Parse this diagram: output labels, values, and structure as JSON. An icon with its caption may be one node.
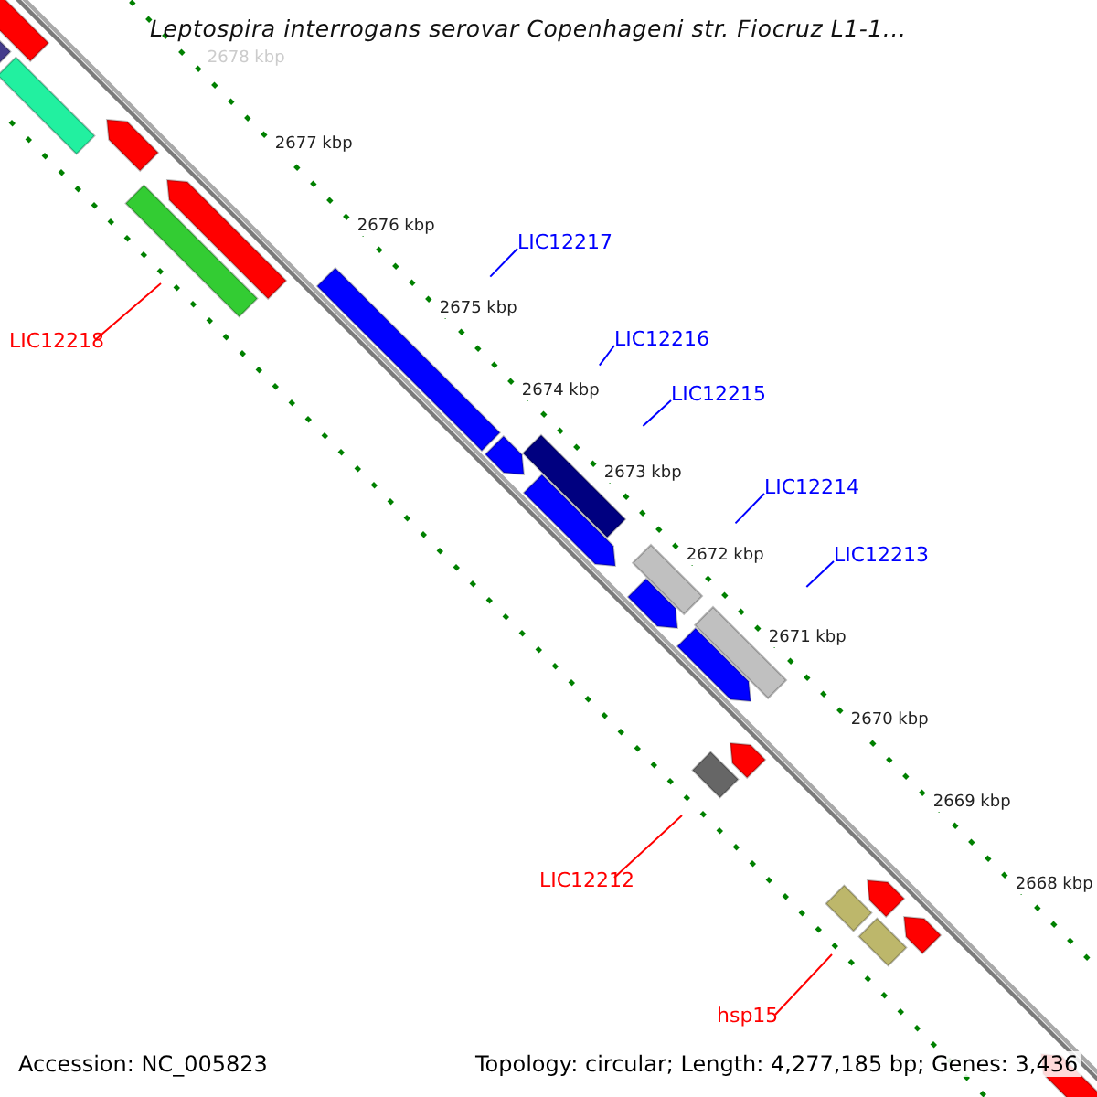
{
  "diagram": {
    "title": "Leptospira interrogans serovar Copenhageni str. Fiocruz L1-1...",
    "nodes": [
      {
        "text": [
          "LIC12217"
        ]
      },
      {
        "text": [
          "LIC12216"
        ]
      },
      {
        "text": [
          "LIC12215"
        ]
      },
      {
        "text": [
          "LIC12214"
        ]
      },
      {
        "text": [
          "LIC12213"
        ]
      },
      {
        "text": [
          "LIC12218"
        ]
      },
      {
        "text": [
          "LIC12212"
        ]
      },
      {
        "text": [
          "hsp15"
        ]
      }
    ],
    "edges": [
      {
        "from": 0,
        "to": null,
        "arrow": "none"
      },
      {
        "from": 1,
        "to": null,
        "arrow": "none"
      },
      {
        "from": 2,
        "to": null,
        "arrow": "none"
      },
      {
        "from": 3,
        "to": null,
        "arrow": "none"
      },
      {
        "from": 4,
        "to": null,
        "arrow": "none"
      },
      {
        "from": 5,
        "to": null,
        "arrow": "none",
        "color": "#ff0000"
      },
      {
        "from": 6,
        "to": null,
        "arrow": "none",
        "color": "#ff0000"
      },
      {
        "from": 7,
        "to": null,
        "arrow": "none",
        "color": "#ff0000"
      }
    ],
    "labels": [
      "2678 kbp",
      "2677 kbp",
      "2676 kbp",
      "2675 kbp",
      "2674 kbp",
      "2673 kbp",
      "2672 kbp",
      "2671 kbp",
      "2670 kbp",
      "2669 kbp",
      "2668 kbp",
      "Accession: NC_005823",
      "Topology: circular; Length: 4,277,185 bp; Genes: 3,436"
    ]
  }
}
